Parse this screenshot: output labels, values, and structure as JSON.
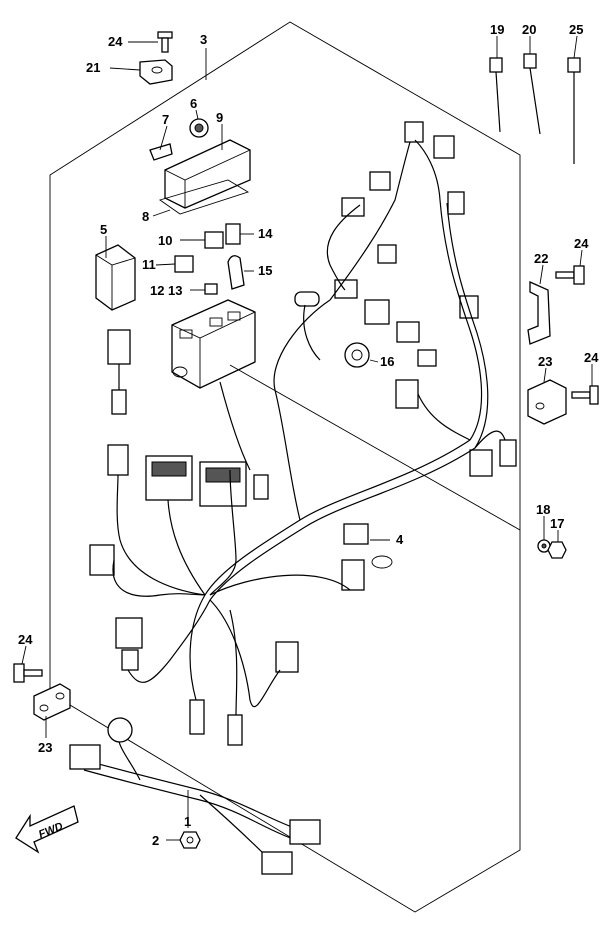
{
  "diagram": {
    "fwd_label": "FWD",
    "callouts": [
      {
        "id": "c1",
        "text": "1"
      },
      {
        "id": "c2",
        "text": "2"
      },
      {
        "id": "c3",
        "text": "3"
      },
      {
        "id": "c4",
        "text": "4"
      },
      {
        "id": "c5",
        "text": "5"
      },
      {
        "id": "c6",
        "text": "6"
      },
      {
        "id": "c7",
        "text": "7"
      },
      {
        "id": "c8",
        "text": "8"
      },
      {
        "id": "c9",
        "text": "9"
      },
      {
        "id": "c10",
        "text": "10"
      },
      {
        "id": "c11",
        "text": "11"
      },
      {
        "id": "c12",
        "text": "12"
      },
      {
        "id": "c13",
        "text": "13"
      },
      {
        "id": "c14",
        "text": "14"
      },
      {
        "id": "c15",
        "text": "15"
      },
      {
        "id": "c16",
        "text": "16"
      },
      {
        "id": "c17",
        "text": "17"
      },
      {
        "id": "c18",
        "text": "18"
      },
      {
        "id": "c19",
        "text": "19"
      },
      {
        "id": "c20",
        "text": "20"
      },
      {
        "id": "c21",
        "text": "21"
      },
      {
        "id": "c22",
        "text": "22"
      },
      {
        "id": "c23a",
        "text": "23"
      },
      {
        "id": "c23b",
        "text": "23"
      },
      {
        "id": "c24a",
        "text": "24"
      },
      {
        "id": "c24b",
        "text": "24"
      },
      {
        "id": "c24c",
        "text": "24"
      },
      {
        "id": "c24d",
        "text": "24"
      },
      {
        "id": "c25",
        "text": "25"
      }
    ]
  }
}
